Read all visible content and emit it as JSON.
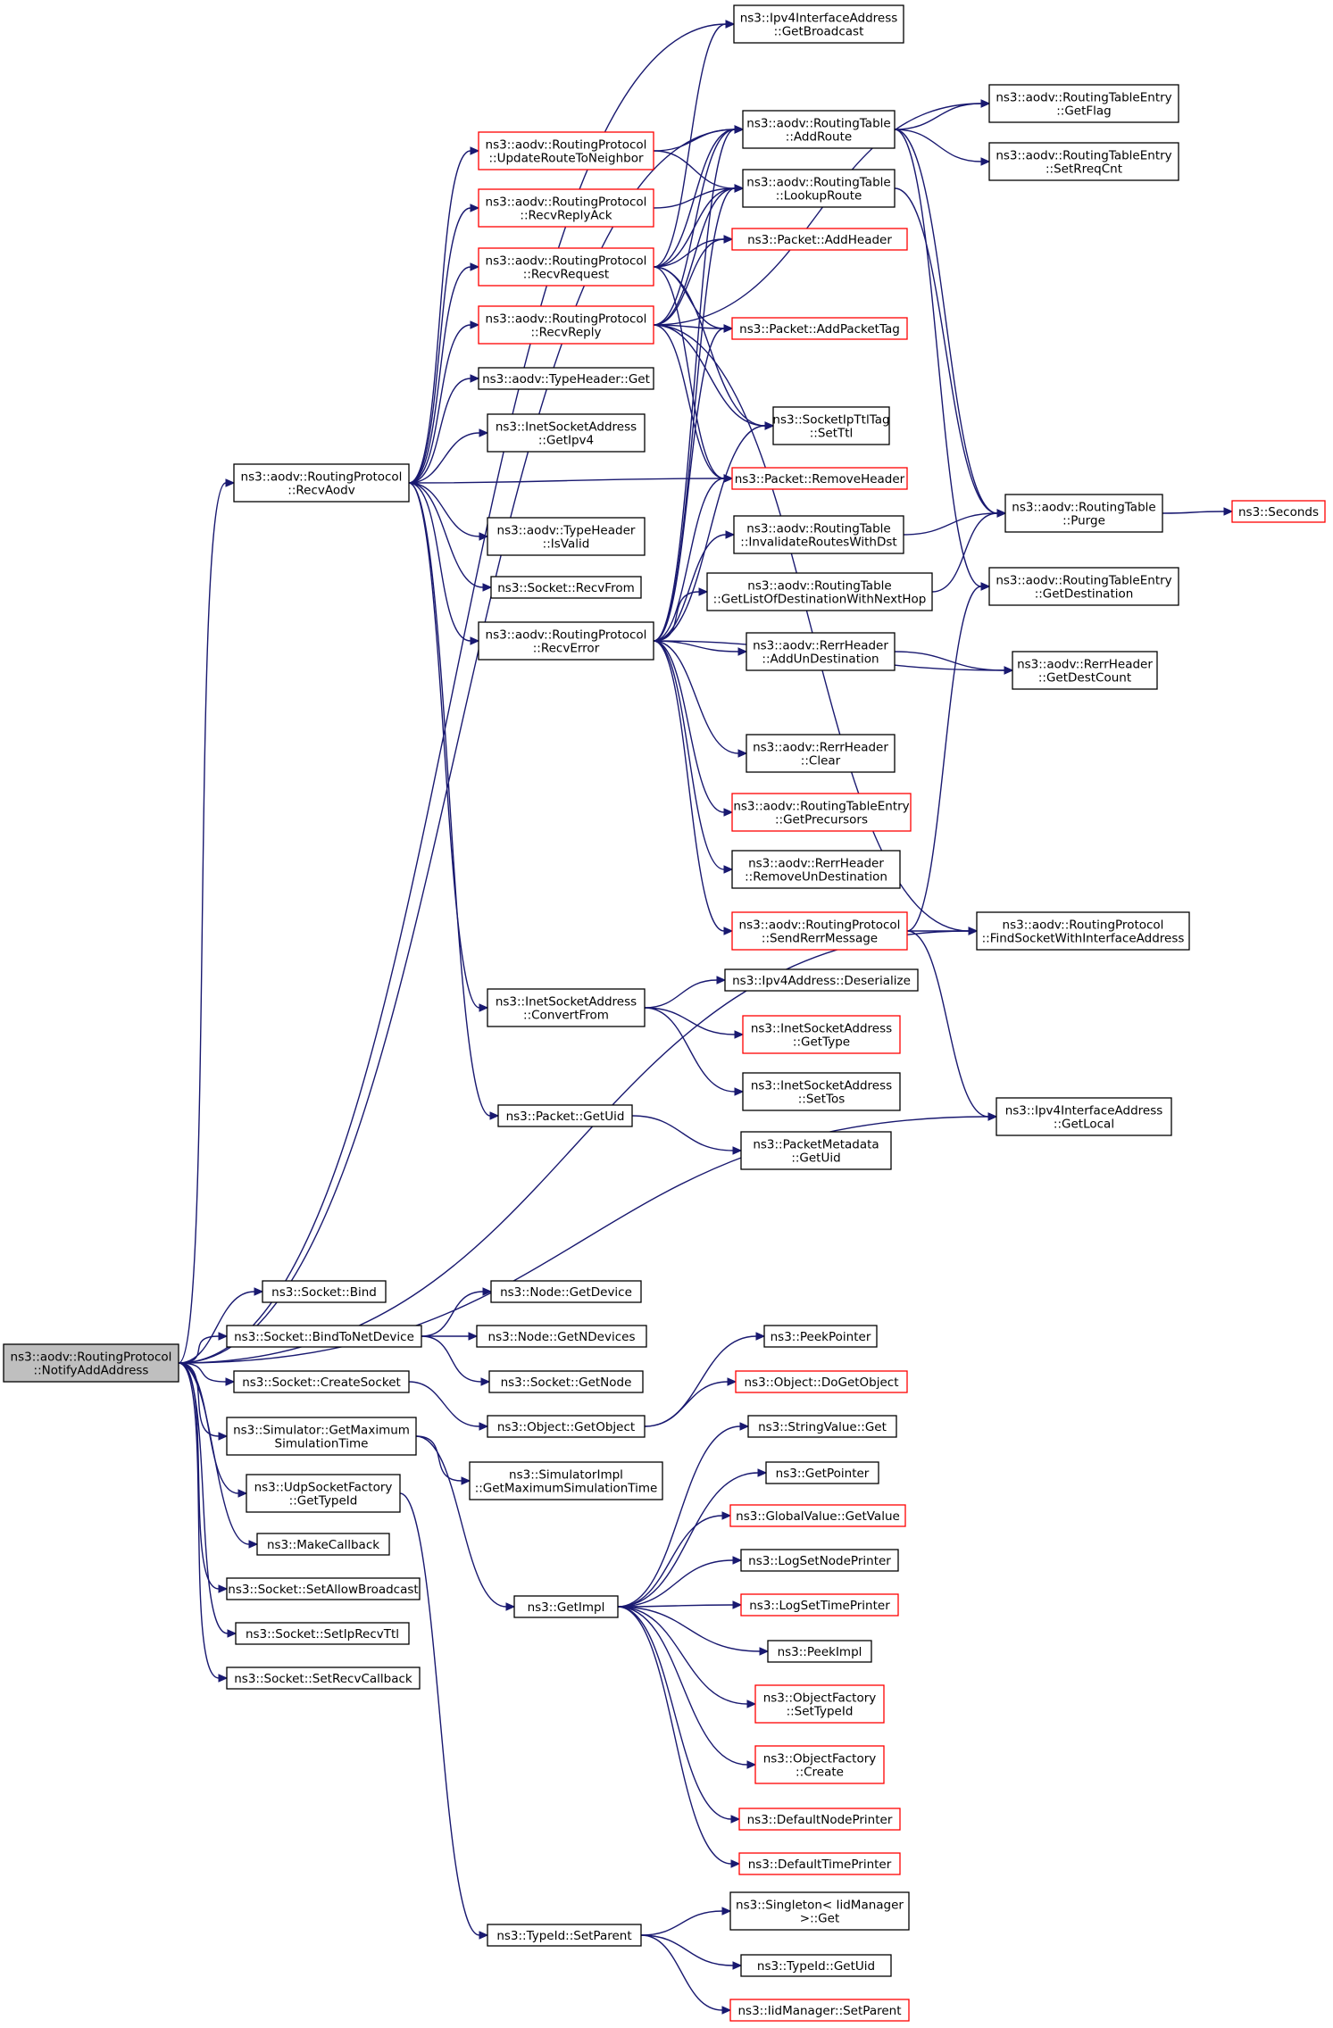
{
  "colors": {
    "edge": "#191970",
    "red_border": "#ff0000",
    "root_fill": "#bfbfbf"
  },
  "nodes": [
    {
      "id": "root",
      "lines": [
        "ns3::aodv::RoutingProtocol",
        "::NotifyAddAddress"
      ],
      "style": "root"
    },
    {
      "id": "recvAodv",
      "lines": [
        "ns3::aodv::RoutingProtocol",
        "::RecvAodv"
      ],
      "style": "black"
    },
    {
      "id": "getBroadcast",
      "lines": [
        "ns3::Ipv4InterfaceAddress",
        "::GetBroadcast"
      ],
      "style": "black"
    },
    {
      "id": "updateRoute",
      "lines": [
        "ns3::aodv::RoutingProtocol",
        "::UpdateRouteToNeighbor"
      ],
      "style": "red"
    },
    {
      "id": "recvReplyAck",
      "lines": [
        "ns3::aodv::RoutingProtocol",
        "::RecvReplyAck"
      ],
      "style": "red"
    },
    {
      "id": "recvRequest",
      "lines": [
        "ns3::aodv::RoutingProtocol",
        "::RecvRequest"
      ],
      "style": "red"
    },
    {
      "id": "recvReply",
      "lines": [
        "ns3::aodv::RoutingProtocol",
        "::RecvReply"
      ],
      "style": "red"
    },
    {
      "id": "typeHeaderGet",
      "lines": [
        "ns3::aodv::TypeHeader::Get"
      ],
      "style": "black"
    },
    {
      "id": "getIpv4",
      "lines": [
        "ns3::InetSocketAddress",
        "::GetIpv4"
      ],
      "style": "black"
    },
    {
      "id": "isValid",
      "lines": [
        "ns3::aodv::TypeHeader",
        "::IsValid"
      ],
      "style": "black"
    },
    {
      "id": "recvFrom",
      "lines": [
        "ns3::Socket::RecvFrom"
      ],
      "style": "black"
    },
    {
      "id": "recvError",
      "lines": [
        "ns3::aodv::RoutingProtocol",
        "::RecvError"
      ],
      "style": "black"
    },
    {
      "id": "addRoute",
      "lines": [
        "ns3::aodv::RoutingTable",
        "::AddRoute"
      ],
      "style": "black"
    },
    {
      "id": "lookupRoute",
      "lines": [
        "ns3::aodv::RoutingTable",
        "::LookupRoute"
      ],
      "style": "black"
    },
    {
      "id": "addHeader",
      "lines": [
        "ns3::Packet::AddHeader"
      ],
      "style": "red"
    },
    {
      "id": "addPacketTag",
      "lines": [
        "ns3::Packet::AddPacketTag"
      ],
      "style": "red"
    },
    {
      "id": "setTtl",
      "lines": [
        "ns3::SocketIpTtlTag",
        "::SetTtl"
      ],
      "style": "black"
    },
    {
      "id": "removeHeader",
      "lines": [
        "ns3::Packet::RemoveHeader"
      ],
      "style": "red"
    },
    {
      "id": "invalidateRoutes",
      "lines": [
        "ns3::aodv::RoutingTable",
        "::InvalidateRoutesWithDst"
      ],
      "style": "black"
    },
    {
      "id": "getListOfDest",
      "lines": [
        "ns3::aodv::RoutingTable",
        "::GetListOfDestinationWithNextHop"
      ],
      "style": "black"
    },
    {
      "id": "addUnDest",
      "lines": [
        "ns3::aodv::RerrHeader",
        "::AddUnDestination"
      ],
      "style": "black"
    },
    {
      "id": "rerrClear",
      "lines": [
        "ns3::aodv::RerrHeader",
        "::Clear"
      ],
      "style": "black"
    },
    {
      "id": "getPrecursors",
      "lines": [
        "ns3::aodv::RoutingTableEntry",
        "::GetPrecursors"
      ],
      "style": "red"
    },
    {
      "id": "removeUnDest",
      "lines": [
        "ns3::aodv::RerrHeader",
        "::RemoveUnDestination"
      ],
      "style": "black"
    },
    {
      "id": "sendRerr",
      "lines": [
        "ns3::aodv::RoutingProtocol",
        "::SendRerrMessage"
      ],
      "style": "red"
    },
    {
      "id": "getFlag",
      "lines": [
        "ns3::aodv::RoutingTableEntry",
        "::GetFlag"
      ],
      "style": "black"
    },
    {
      "id": "setRreqCnt",
      "lines": [
        "ns3::aodv::RoutingTableEntry",
        "::SetRreqCnt"
      ],
      "style": "black"
    },
    {
      "id": "purge",
      "lines": [
        "ns3::aodv::RoutingTable",
        "::Purge"
      ],
      "style": "black"
    },
    {
      "id": "seconds",
      "lines": [
        "ns3::Seconds"
      ],
      "style": "red"
    },
    {
      "id": "getDestination",
      "lines": [
        "ns3::aodv::RoutingTableEntry",
        "::GetDestination"
      ],
      "style": "black"
    },
    {
      "id": "getDestCount",
      "lines": [
        "ns3::aodv::RerrHeader",
        "::GetDestCount"
      ],
      "style": "black"
    },
    {
      "id": "findSocket",
      "lines": [
        "ns3::aodv::RoutingProtocol",
        "::FindSocketWithInterfaceAddress"
      ],
      "style": "black"
    },
    {
      "id": "convertFrom",
      "lines": [
        "ns3::InetSocketAddress",
        "::ConvertFrom"
      ],
      "style": "black"
    },
    {
      "id": "deserialize",
      "lines": [
        "ns3::Ipv4Address::Deserialize"
      ],
      "style": "black"
    },
    {
      "id": "getType",
      "lines": [
        "ns3::InetSocketAddress",
        "::GetType"
      ],
      "style": "red"
    },
    {
      "id": "setTos",
      "lines": [
        "ns3::InetSocketAddress",
        "::SetTos"
      ],
      "style": "black"
    },
    {
      "id": "getLocal",
      "lines": [
        "ns3::Ipv4InterfaceAddress",
        "::GetLocal"
      ],
      "style": "black"
    },
    {
      "id": "packetGetUid",
      "lines": [
        "ns3::Packet::GetUid"
      ],
      "style": "black"
    },
    {
      "id": "metaGetUid",
      "lines": [
        "ns3::PacketMetadata",
        "::GetUid"
      ],
      "style": "black"
    },
    {
      "id": "socketBind",
      "lines": [
        "ns3::Socket::Bind"
      ],
      "style": "black"
    },
    {
      "id": "bindToNetDevice",
      "lines": [
        "ns3::Socket::BindToNetDevice"
      ],
      "style": "black"
    },
    {
      "id": "nodeGetDevice",
      "lines": [
        "ns3::Node::GetDevice"
      ],
      "style": "black"
    },
    {
      "id": "nodeGetNDevices",
      "lines": [
        "ns3::Node::GetNDevices"
      ],
      "style": "black"
    },
    {
      "id": "socketGetNode",
      "lines": [
        "ns3::Socket::GetNode"
      ],
      "style": "black"
    },
    {
      "id": "createSocket",
      "lines": [
        "ns3::Socket::CreateSocket"
      ],
      "style": "black"
    },
    {
      "id": "getObject",
      "lines": [
        "ns3::Object::GetObject"
      ],
      "style": "black"
    },
    {
      "id": "peekPointer",
      "lines": [
        "ns3::PeekPointer"
      ],
      "style": "black"
    },
    {
      "id": "doGetObject",
      "lines": [
        "ns3::Object::DoGetObject"
      ],
      "style": "red"
    },
    {
      "id": "getMaxSimTime",
      "lines": [
        "ns3::Simulator::GetMaximum",
        "SimulationTime"
      ],
      "style": "black"
    },
    {
      "id": "implGetMaxSimTime",
      "lines": [
        "ns3::SimulatorImpl",
        "::GetMaximumSimulationTime"
      ],
      "style": "black"
    },
    {
      "id": "udpGetTypeId",
      "lines": [
        "ns3::UdpSocketFactory",
        "::GetTypeId"
      ],
      "style": "black"
    },
    {
      "id": "makeCallback",
      "lines": [
        "ns3::MakeCallback"
      ],
      "style": "black"
    },
    {
      "id": "setAllowBroadcast",
      "lines": [
        "ns3::Socket::SetAllowBroadcast"
      ],
      "style": "black"
    },
    {
      "id": "setIpRecvTtl",
      "lines": [
        "ns3::Socket::SetIpRecvTtl"
      ],
      "style": "black"
    },
    {
      "id": "setRecvCallback",
      "lines": [
        "ns3::Socket::SetRecvCallback"
      ],
      "style": "black"
    },
    {
      "id": "getImpl",
      "lines": [
        "ns3::GetImpl"
      ],
      "style": "black"
    },
    {
      "id": "stringValueGet",
      "lines": [
        "ns3::StringValue::Get"
      ],
      "style": "black"
    },
    {
      "id": "getPointer",
      "lines": [
        "ns3::GetPointer"
      ],
      "style": "black"
    },
    {
      "id": "globalGetValue",
      "lines": [
        "ns3::GlobalValue::GetValue"
      ],
      "style": "red"
    },
    {
      "id": "logSetNodePrinter",
      "lines": [
        "ns3::LogSetNodePrinter"
      ],
      "style": "black"
    },
    {
      "id": "logSetTimePrinter",
      "lines": [
        "ns3::LogSetTimePrinter"
      ],
      "style": "red"
    },
    {
      "id": "peekImpl",
      "lines": [
        "ns3::PeekImpl"
      ],
      "style": "black"
    },
    {
      "id": "ofSetTypeId",
      "lines": [
        "ns3::ObjectFactory",
        "::SetTypeId"
      ],
      "style": "red"
    },
    {
      "id": "ofCreate",
      "lines": [
        "ns3::ObjectFactory",
        "::Create"
      ],
      "style": "red"
    },
    {
      "id": "defaultNodePrinter",
      "lines": [
        "ns3::DefaultNodePrinter"
      ],
      "style": "red"
    },
    {
      "id": "defaultTimePrinter",
      "lines": [
        "ns3::DefaultTimePrinter"
      ],
      "style": "red"
    },
    {
      "id": "typeIdSetParent",
      "lines": [
        "ns3::TypeId::SetParent"
      ],
      "style": "black"
    },
    {
      "id": "singletonGet",
      "lines": [
        "ns3::Singleton< IidManager",
        ">::Get"
      ],
      "style": "black"
    },
    {
      "id": "typeIdGetUid",
      "lines": [
        "ns3::TypeId::GetUid"
      ],
      "style": "black"
    },
    {
      "id": "iidSetParent",
      "lines": [
        "ns3::IidManager::SetParent"
      ],
      "style": "red"
    }
  ],
  "edges": [
    [
      "root",
      "getBroadcast"
    ],
    [
      "root",
      "addRoute"
    ],
    [
      "root",
      "recvAodv"
    ],
    [
      "root",
      "findSocket"
    ],
    [
      "root",
      "getLocal"
    ],
    [
      "root",
      "socketBind"
    ],
    [
      "root",
      "bindToNetDevice"
    ],
    [
      "root",
      "createSocket"
    ],
    [
      "root",
      "getMaxSimTime"
    ],
    [
      "root",
      "udpGetTypeId"
    ],
    [
      "root",
      "makeCallback"
    ],
    [
      "root",
      "setAllowBroadcast"
    ],
    [
      "root",
      "setIpRecvTtl"
    ],
    [
      "root",
      "setRecvCallback"
    ],
    [
      "recvAodv",
      "updateRoute"
    ],
    [
      "recvAodv",
      "recvReplyAck"
    ],
    [
      "recvAodv",
      "recvRequest"
    ],
    [
      "recvAodv",
      "recvReply"
    ],
    [
      "recvAodv",
      "typeHeaderGet"
    ],
    [
      "recvAodv",
      "getIpv4"
    ],
    [
      "recvAodv",
      "removeHeader"
    ],
    [
      "recvAodv",
      "isValid"
    ],
    [
      "recvAodv",
      "recvFrom"
    ],
    [
      "recvAodv",
      "recvError"
    ],
    [
      "recvAodv",
      "convertFrom"
    ],
    [
      "recvAodv",
      "packetGetUid"
    ],
    [
      "updateRoute",
      "addRoute"
    ],
    [
      "updateRoute",
      "lookupRoute"
    ],
    [
      "recvReplyAck",
      "lookupRoute"
    ],
    [
      "recvRequest",
      "getBroadcast"
    ],
    [
      "recvRequest",
      "addRoute"
    ],
    [
      "recvRequest",
      "lookupRoute"
    ],
    [
      "recvRequest",
      "addHeader"
    ],
    [
      "recvRequest",
      "addPacketTag"
    ],
    [
      "recvRequest",
      "setTtl"
    ],
    [
      "recvRequest",
      "removeHeader"
    ],
    [
      "recvReply",
      "addRoute"
    ],
    [
      "recvReply",
      "lookupRoute"
    ],
    [
      "recvReply",
      "getFlag"
    ],
    [
      "recvReply",
      "addHeader"
    ],
    [
      "recvReply",
      "addPacketTag"
    ],
    [
      "recvReply",
      "setTtl"
    ],
    [
      "recvReply",
      "removeHeader"
    ],
    [
      "recvReply",
      "findSocket"
    ],
    [
      "recvError",
      "addRoute"
    ],
    [
      "recvError",
      "lookupRoute"
    ],
    [
      "recvError",
      "addPacketTag"
    ],
    [
      "recvError",
      "setTtl"
    ],
    [
      "recvError",
      "removeHeader"
    ],
    [
      "recvError",
      "invalidateRoutes"
    ],
    [
      "recvError",
      "getListOfDest"
    ],
    [
      "recvError",
      "addUnDest"
    ],
    [
      "recvError",
      "getDestCount"
    ],
    [
      "recvError",
      "rerrClear"
    ],
    [
      "recvError",
      "getPrecursors"
    ],
    [
      "recvError",
      "removeUnDest"
    ],
    [
      "recvError",
      "sendRerr"
    ],
    [
      "addRoute",
      "getFlag"
    ],
    [
      "addRoute",
      "setRreqCnt"
    ],
    [
      "addRoute",
      "purge"
    ],
    [
      "addRoute",
      "getDestination"
    ],
    [
      "lookupRoute",
      "purge"
    ],
    [
      "invalidateRoutes",
      "purge"
    ],
    [
      "getListOfDest",
      "purge"
    ],
    [
      "purge",
      "seconds"
    ],
    [
      "addUnDest",
      "getDestCount"
    ],
    [
      "sendRerr",
      "getDestination"
    ],
    [
      "sendRerr",
      "findSocket"
    ],
    [
      "sendRerr",
      "getLocal"
    ],
    [
      "convertFrom",
      "deserialize"
    ],
    [
      "convertFrom",
      "getType"
    ],
    [
      "convertFrom",
      "setTos"
    ],
    [
      "packetGetUid",
      "metaGetUid"
    ],
    [
      "bindToNetDevice",
      "nodeGetDevice"
    ],
    [
      "bindToNetDevice",
      "nodeGetNDevices"
    ],
    [
      "bindToNetDevice",
      "socketGetNode"
    ],
    [
      "createSocket",
      "getObject"
    ],
    [
      "getObject",
      "peekPointer"
    ],
    [
      "getObject",
      "doGetObject"
    ],
    [
      "getMaxSimTime",
      "implGetMaxSimTime"
    ],
    [
      "getMaxSimTime",
      "getImpl"
    ],
    [
      "udpGetTypeId",
      "typeIdSetParent"
    ],
    [
      "getImpl",
      "stringValueGet"
    ],
    [
      "getImpl",
      "getPointer"
    ],
    [
      "getImpl",
      "globalGetValue"
    ],
    [
      "getImpl",
      "logSetNodePrinter"
    ],
    [
      "getImpl",
      "logSetTimePrinter"
    ],
    [
      "getImpl",
      "peekImpl"
    ],
    [
      "getImpl",
      "ofSetTypeId"
    ],
    [
      "getImpl",
      "ofCreate"
    ],
    [
      "getImpl",
      "defaultNodePrinter"
    ],
    [
      "getImpl",
      "defaultTimePrinter"
    ],
    [
      "typeIdSetParent",
      "singletonGet"
    ],
    [
      "typeIdSetParent",
      "typeIdGetUid"
    ],
    [
      "typeIdSetParent",
      "iidSetParent"
    ]
  ]
}
